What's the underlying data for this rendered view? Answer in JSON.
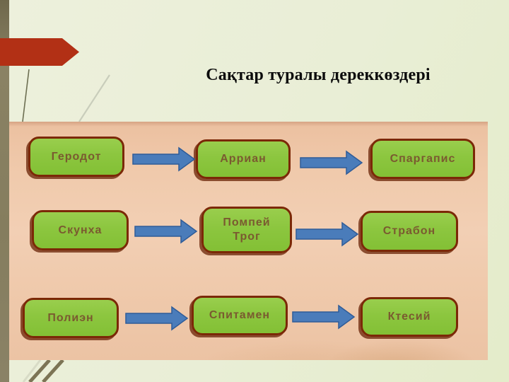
{
  "slide": {
    "title": "Сақтар туралы дереккөздері"
  },
  "diagram": {
    "rows": [
      {
        "boxes": [
          "Геродот",
          "Арриан",
          "Спаргапис"
        ]
      },
      {
        "boxes": [
          "Скунха",
          "Помпей\nТрог",
          "Страбон"
        ]
      },
      {
        "boxes": [
          "Полиэн",
          "Спитамен",
          "Ктесий"
        ]
      }
    ]
  },
  "icons": {
    "red_arrow_decoration": "right-arrow-shape",
    "connector": "right-block-arrow"
  },
  "colors": {
    "background_cream": "#E9EED8",
    "side_stripe_olive": "#857D5E",
    "accent_arrow_red": "#B23015",
    "panel_peach": "#F0CAAC",
    "node_fill_green": "#8CC63F",
    "node_border_brown": "#7B2807",
    "node_text_brown": "#7A5A30",
    "connector_blue": "#4A7CBA",
    "connector_border_blue": "#2F5C98",
    "title_text": "#0C0C0C"
  }
}
